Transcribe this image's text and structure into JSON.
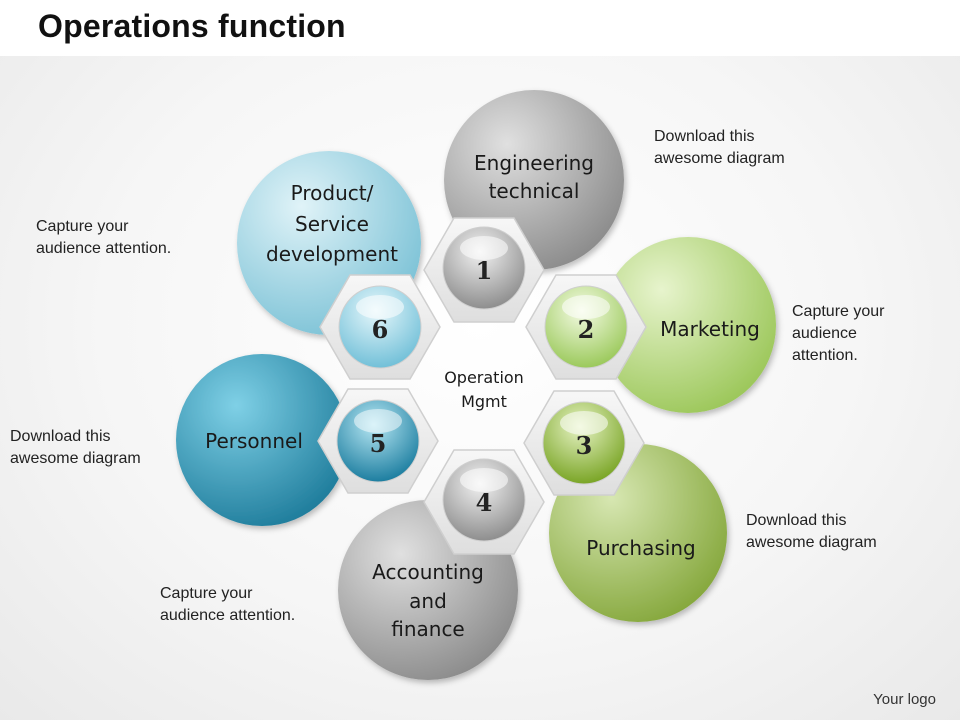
{
  "title": "Operations function",
  "center": {
    "line1": "Operation",
    "line2": "Mgmt"
  },
  "petals": [
    {
      "number": "1",
      "lines": [
        "Engineering",
        "technical"
      ],
      "color": "#9a9a9a"
    },
    {
      "number": "2",
      "lines": [
        "Marketing"
      ],
      "color": "#a8cf6e"
    },
    {
      "number": "3",
      "lines": [
        "Purchasing"
      ],
      "color": "#8fb33f"
    },
    {
      "number": "4",
      "lines": [
        "Accounting",
        "and",
        "finance"
      ],
      "color": "#a6a6a6"
    },
    {
      "number": "5",
      "lines": [
        "Personnel"
      ],
      "color": "#2a8fb0"
    },
    {
      "number": "6",
      "lines": [
        "Product/",
        "Service",
        "development"
      ],
      "color": "#7ec6d8"
    }
  ],
  "notes": {
    "top_right": [
      "Download this",
      "awesome diagram"
    ],
    "right_upper": [
      "Capture your",
      "audience",
      "attention."
    ],
    "right_lower": [
      "Download this",
      "awesome diagram"
    ],
    "bottom_left": [
      "Capture your",
      "audience attention."
    ],
    "left_lower": [
      "Download this",
      "awesome diagram"
    ],
    "left_upper": [
      "Capture your",
      "audience attention."
    ]
  },
  "logo": "Your logo"
}
